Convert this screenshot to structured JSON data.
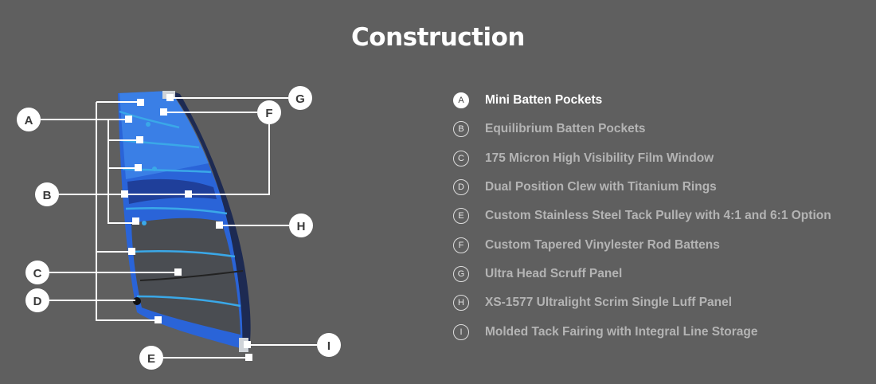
{
  "page": {
    "title": "Construction"
  },
  "colors": {
    "background": "#5f5f5f",
    "sail_blue": "#2a64d8",
    "sail_light_blue": "#3aa8e8",
    "window_grey": "#4a4d52",
    "callout_fill": "#ffffff"
  },
  "diagram": {
    "callouts": [
      {
        "letter": "A"
      },
      {
        "letter": "B"
      },
      {
        "letter": "C"
      },
      {
        "letter": "D"
      },
      {
        "letter": "E"
      },
      {
        "letter": "F"
      },
      {
        "letter": "G"
      },
      {
        "letter": "H"
      },
      {
        "letter": "I"
      }
    ]
  },
  "legend": {
    "active_index": 0,
    "items": [
      {
        "letter": "A",
        "label": "Mini Batten Pockets"
      },
      {
        "letter": "B",
        "label": "Equilibrium Batten Pockets"
      },
      {
        "letter": "C",
        "label": "175 Micron High Visibility Film Window"
      },
      {
        "letter": "D",
        "label": "Dual Position Clew with Titanium Rings"
      },
      {
        "letter": "E",
        "label": "Custom Stainless Steel Tack Pulley with 4:1 and 6:1 Option"
      },
      {
        "letter": "F",
        "label": "Custom Tapered Vinylester Rod Battens"
      },
      {
        "letter": "G",
        "label": "Ultra Head Scruff Panel"
      },
      {
        "letter": "H",
        "label": "XS-1577 Ultralight Scrim Single Luff Panel"
      },
      {
        "letter": "I",
        "label": "Molded Tack Fairing with Integral Line Storage"
      }
    ]
  }
}
